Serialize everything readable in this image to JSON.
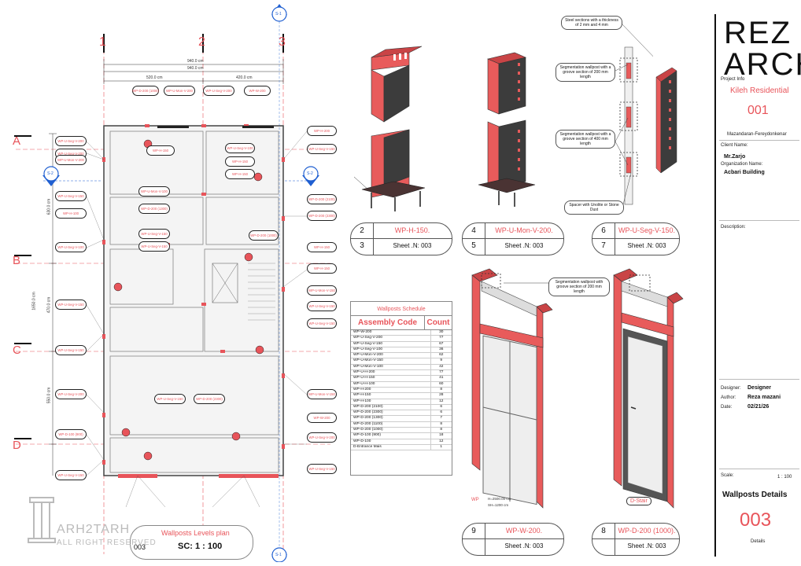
{
  "title_block": {
    "logo_line1": "REZ",
    "logo_line2": "ARCH",
    "project_info_label": "Project Info",
    "project_name": "Kileh Residential",
    "project_number": "001",
    "location": "Mazandaran-Fereydonkenar",
    "client_label": "Client Name:",
    "client_value": "Mr.Zarjo",
    "org_label": "Organization Name:",
    "org_value": "Acbari Building",
    "description_label": "Description:",
    "designer_label": "Designer:",
    "designer_value": "Designer",
    "author_label": "Author:",
    "author_value": "Reza mazani",
    "date_label": "Date:",
    "date_value": "02/21/26",
    "scale_label": "Scale:",
    "scale_value": "1 : 100",
    "sheet_title": "Wallposts Details",
    "sheet_number": "003",
    "sheet_subtitle": "Details"
  },
  "plan": {
    "grid_numbers": [
      "1",
      "2",
      "3"
    ],
    "grid_letters": [
      "A",
      "B",
      "C",
      "D"
    ],
    "section_top": "S-1",
    "section_bottom": "S-1",
    "section_left": "S-2",
    "section_right": "S-2",
    "dim_overall_1": "940.0 cm",
    "dim_overall_2": "940.0 cm",
    "dim_left": "520.0 cm",
    "dim_right": "420.0 cm",
    "dim_v_1": "630.0 cm",
    "dim_v_2": "1650.0 cm",
    "dim_v_3": "470.0 cm",
    "dim_v_4": "550.0 cm",
    "title": "Wallposts Levels plan",
    "sheet_ref": "003",
    "scale": "SC: 1 : 100",
    "watermark_line1": "ARH2TARH",
    "watermark_line2": "ALL RIGHT RESERVED",
    "tags": [
      "WP-D-200 (1000)",
      "WP-U-Mon-V-200",
      "WP-U-Seg-V-200",
      "WP-W-200",
      "WP-U-Seg-V-200",
      "WP-U-Seg-V-200",
      "WP-U-Mon-V-200",
      "WP-U-Seg-V-150",
      "WP-H-100",
      "WP-U-Seg-V-100",
      "WP-U-Seg-V-150",
      "WP-U-Seg-V-150",
      "WP-U-Seg-V-200",
      "WP-D-100 (900)",
      "WP-U-Seg-V-150",
      "WP-H-200",
      "WP-U-Seg-V-150",
      "WP-D-200 (2100)",
      "WP-D-200 (2300)",
      "WP-H-150",
      "WP-H-150",
      "WP-U-Mon-V-150",
      "WP-U-Seg-V-150",
      "WP-U-Seg-V-150",
      "WP-U-Mon-V-150",
      "WP-W-200",
      "WP-U-Seg-V-200",
      "WP-U-Seg-V-150",
      "WP-H-150",
      "WP-U-Seg-V-100",
      "WP-H-150",
      "WP-H-150",
      "WP-U-Mon-V-100",
      "WP-D-200 (1300)",
      "WP-U-Seg-V-150",
      "WP-U-Seg-V-150",
      "WP-D-200 (1000)",
      "WP-U-Seg-V-150",
      "WP-D-200 (2300)"
    ]
  },
  "details": [
    {
      "num": "2",
      "label": "WP-H-150.",
      "sub_num": "3",
      "sheet": "Sheet .N: 003"
    },
    {
      "num": "4",
      "label": "WP-U-Mon-V-200.",
      "sub_num": "5",
      "sheet": "Sheet .N: 003"
    },
    {
      "num": "6",
      "label": "WP-U-Seg-V-150.",
      "sub_num": "7",
      "sheet": "Sheet .N: 003"
    },
    {
      "num": "9",
      "label": "WP-W-200.",
      "sub_num": "",
      "sheet": "Sheet .N: 003"
    },
    {
      "num": "8",
      "label": "WP-D-200 (1000).",
      "sub_num": "",
      "sheet": "Sheet .N: 003"
    }
  ],
  "notes": {
    "steel_sections": "Steel sections with a thickness of 2 mm and 4 mm",
    "seg_200": "Segmentation wallpost with a groove section of 200 mm length",
    "seg_400": "Segmentation wallpost with a groove section of 400 mm length",
    "spacer": "Spacer with Unolite or Stone Dust",
    "seg_200_b": "Segmentation wallpost with groove section of 200 mm length",
    "door_tag": "D-Stair",
    "window_tag": "WP",
    "window_dim_1": "H=2500.00 cm",
    "window_dim_2": "SH=1200 cm"
  },
  "schedule": {
    "title": "Wallposts Schedule",
    "col_code": "Assembly Code",
    "col_count": "Count",
    "rows": [
      [
        "WP-W-200",
        "30"
      ],
      [
        "WP-U-Seg-V-200",
        "77"
      ],
      [
        "WP-U-Seg-V-150",
        "67"
      ],
      [
        "WP-U-Seg-V-100",
        "36"
      ],
      [
        "WP-U-Mon-V-200",
        "62"
      ],
      [
        "WP-U-Mon-V-150",
        "9"
      ],
      [
        "WP-U-Mon-V-100",
        "42"
      ],
      [
        "WP-U-H-200",
        "77"
      ],
      [
        "WP-U-H-150",
        "41"
      ],
      [
        "WP-U-H-100",
        "60"
      ],
      [
        "WP-H-200",
        "8"
      ],
      [
        "WP-H-150",
        "28"
      ],
      [
        "WP-H-100",
        "12"
      ],
      [
        "WP-D-200 (2100)",
        "6"
      ],
      [
        "WP-D-200 (2300)",
        "6"
      ],
      [
        "WP-D-200 (1300)",
        "7"
      ],
      [
        "WP-D-200 (1100)",
        "8"
      ],
      [
        "WP-D-200 (1000)",
        "8"
      ],
      [
        "WP-D-100 (900)",
        "18"
      ],
      [
        "WP-D-100",
        "12"
      ],
      [
        "D-Entrance Mais",
        "1"
      ]
    ]
  },
  "colors": {
    "accent": "#e8545a",
    "steel": "#e85b5b",
    "dark_steel": "#3c3c3c",
    "ink": "#111111"
  }
}
